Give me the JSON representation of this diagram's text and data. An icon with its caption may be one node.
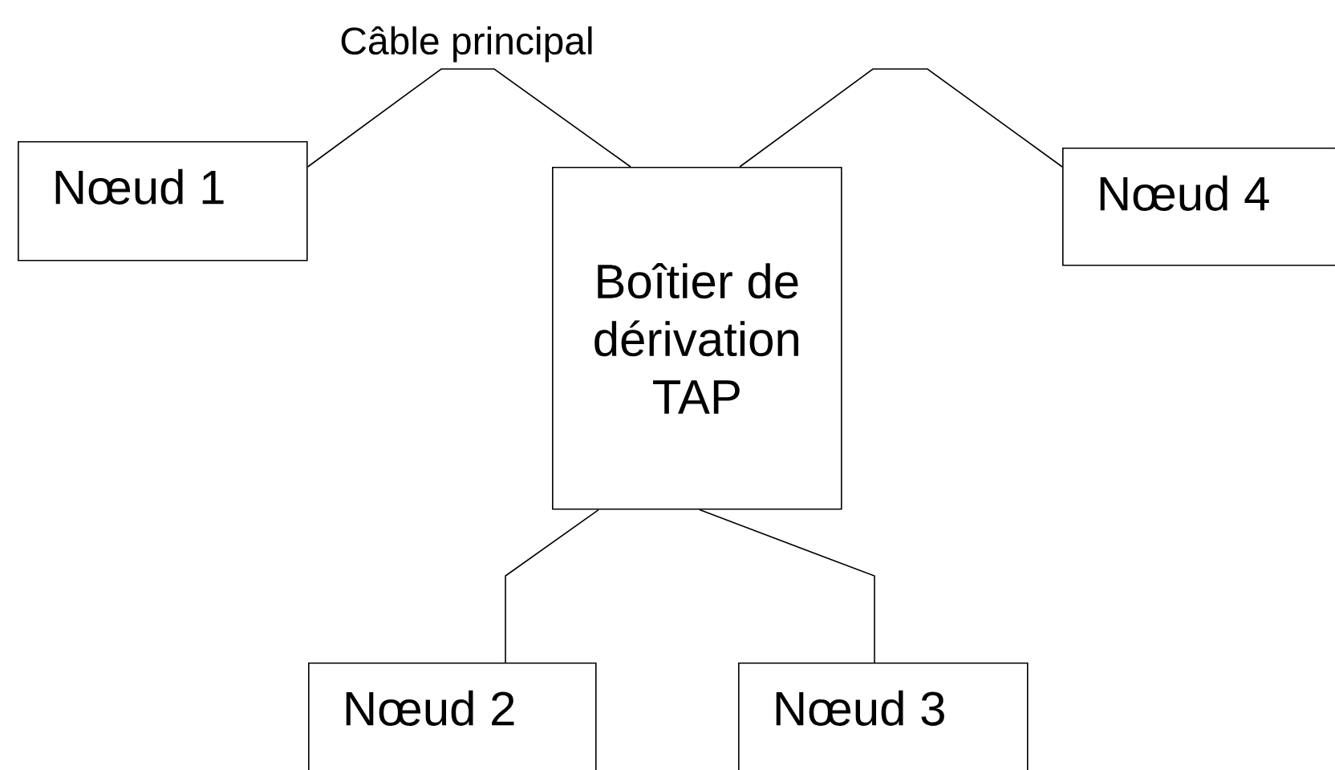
{
  "diagram": {
    "nodes": [
      {
        "text": [
          "Nœud 1"
        ]
      },
      {
        "text": [
          "Boîtier de dérivation TAP"
        ]
      },
      {
        "text": [
          "Nœud 4"
        ]
      },
      {
        "text": [
          "Nœud 2"
        ]
      },
      {
        "text": [
          "Nœud 3"
        ]
      }
    ],
    "edges": [
      {
        "from": 0,
        "to": 1,
        "arrow": "none",
        "label": "Câble principal"
      },
      {
        "from": 1,
        "to": 2,
        "arrow": "none"
      },
      {
        "from": 1,
        "to": 3,
        "arrow": "none"
      },
      {
        "from": 1,
        "to": 4,
        "arrow": "none"
      }
    ]
  }
}
